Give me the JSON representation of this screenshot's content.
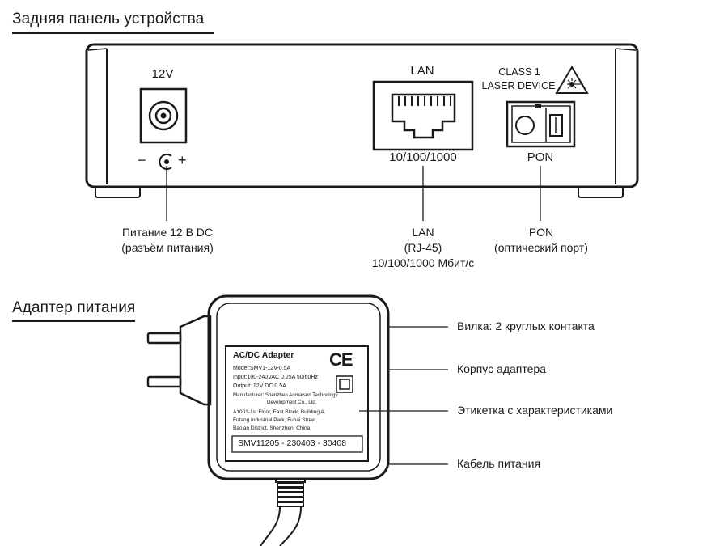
{
  "rear_panel": {
    "title": "Задняя панель устройства",
    "power_voltage": "12V",
    "polarity_minus": "−",
    "polarity_plus": "+",
    "lan_top": "LAN",
    "lan_speed": "10/100/1000",
    "laser_class_line1": "CLASS 1",
    "laser_class_line2": "LASER DEVICE",
    "pon_label": "PON",
    "callouts": {
      "power_line1": "Питание 12 В DC",
      "power_line2": "(разъём питания)",
      "lan_line1": "LAN",
      "lan_line2": "(RJ-45)",
      "lan_line3": "10/100/1000 Мбит/с",
      "pon_line1": "PON",
      "pon_line2": "(оптический порт)"
    }
  },
  "adapter": {
    "title": "Адаптер питания",
    "label": {
      "header": "AC/DC Adapter",
      "ce_mark": "CE",
      "model": "Model:SMV1-12V-0.5A",
      "input": "Input:100-240VAC 0.25A 50/60Hz",
      "output": "Output: 12V DC 0.5A",
      "manufacturer_1": "Manufacturer: Shenzhen Aomaisen Technology",
      "manufacturer_2": "Development Co., Ltd.",
      "address_1": "A1001-1st Floor, East Block, Building A,",
      "address_2": "Futang Industrial Park, Fuhai Street,",
      "address_3": "Bao'an District, Shenzhen, China",
      "serial": "SMV11205 - 230403 - 30408"
    },
    "callouts": {
      "plug": "Вилка: 2 круглых контакта",
      "housing": "Корпус адаптера",
      "label": "Этикетка с характеристиками",
      "cable": "Кабель питания"
    }
  }
}
